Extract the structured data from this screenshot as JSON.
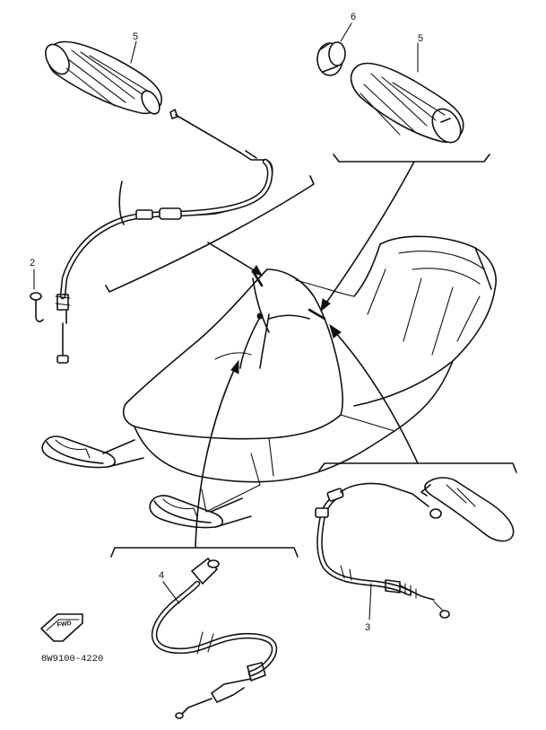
{
  "diagram": {
    "part_callouts": [
      {
        "id": "grip_left",
        "label": "5"
      },
      {
        "id": "grip_right",
        "label": "5"
      },
      {
        "id": "grip_ring",
        "label": "6"
      },
      {
        "id": "hook",
        "label": "2"
      },
      {
        "id": "cable_bottom",
        "label": "4"
      },
      {
        "id": "cable_right",
        "label": "3"
      }
    ],
    "forward_marker": "FWD",
    "drawing_code": "8W9100-4220"
  }
}
